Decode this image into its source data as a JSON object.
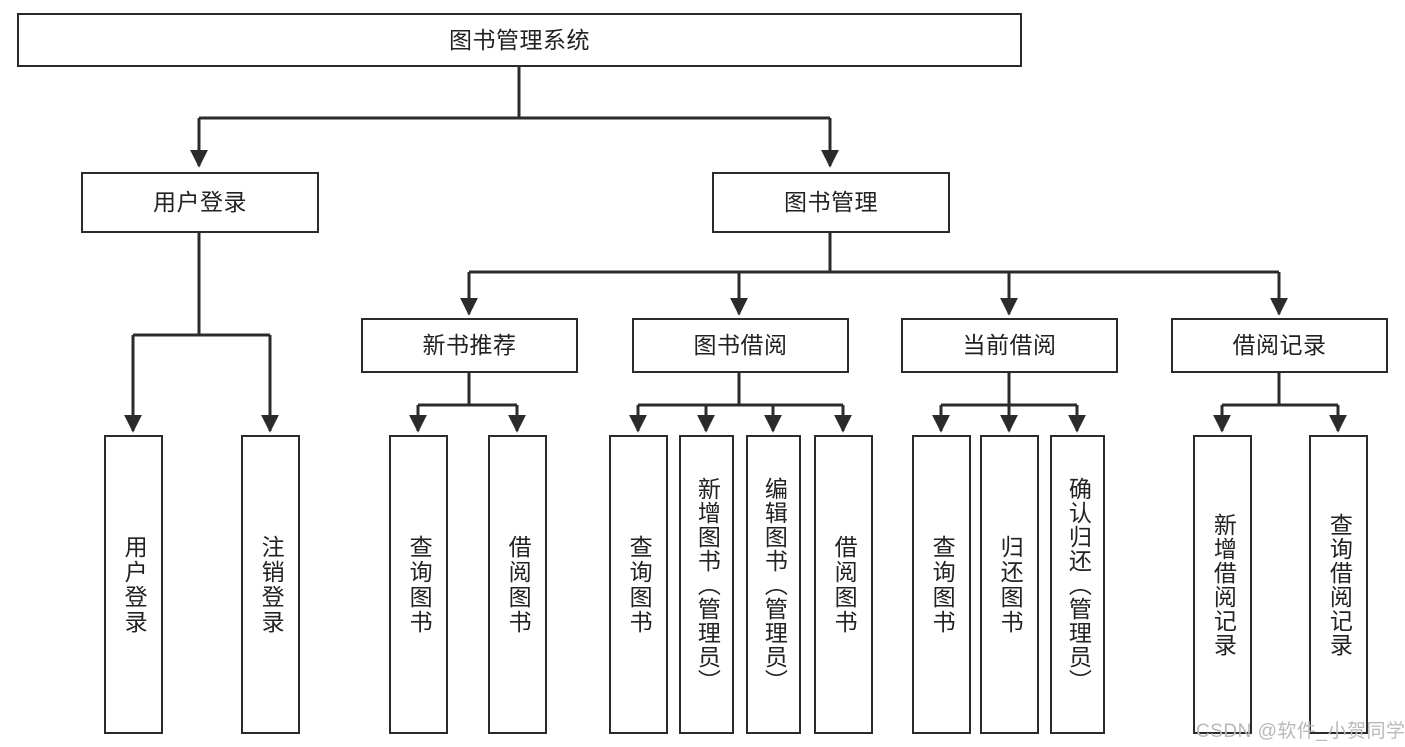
{
  "diagram": {
    "title": "图书管理系统",
    "type": "tree",
    "stroke_color": "#2b2b2b",
    "text_color": "#222222",
    "background": "#ffffff"
  },
  "nodes": {
    "root": {
      "label": "图书管理系统"
    },
    "level1": [
      {
        "id": "user-login",
        "label": "用户登录"
      },
      {
        "id": "book-manage",
        "label": "图书管理"
      }
    ],
    "level2": [
      {
        "id": "new-book-recommend",
        "label": "新书推荐"
      },
      {
        "id": "book-borrow",
        "label": "图书借阅"
      },
      {
        "id": "current-borrow",
        "label": "当前借阅"
      },
      {
        "id": "borrow-record",
        "label": "借阅记录"
      }
    ],
    "leaves": {
      "user-login": [
        {
          "id": "leaf-user-login",
          "label": "用户登录"
        },
        {
          "id": "leaf-logout-login",
          "label": "注销登录"
        }
      ],
      "new-book-recommend": [
        {
          "id": "leaf-query-book-1",
          "label": "查询图书"
        },
        {
          "id": "leaf-borrow-book-1",
          "label": "借阅图书"
        }
      ],
      "book-borrow": [
        {
          "id": "leaf-query-book-2",
          "label": "查询图书"
        },
        {
          "id": "leaf-add-book-admin",
          "label": "新增图书（管理员）"
        },
        {
          "id": "leaf-edit-book-admin",
          "label": "编辑图书（管理员）"
        },
        {
          "id": "leaf-borrow-book-2",
          "label": "借阅图书"
        }
      ],
      "current-borrow": [
        {
          "id": "leaf-query-book-3",
          "label": "查询图书"
        },
        {
          "id": "leaf-return-book",
          "label": "归还图书"
        },
        {
          "id": "leaf-confirm-return-admin",
          "label": "确认归还（管理员）"
        }
      ],
      "borrow-record": [
        {
          "id": "leaf-add-borrow-record",
          "label": "新增借阅记录"
        },
        {
          "id": "leaf-query-borrow-record",
          "label": "查询借阅记录"
        }
      ]
    }
  },
  "watermark": {
    "text": "CSDN @软件_小贺同学"
  }
}
